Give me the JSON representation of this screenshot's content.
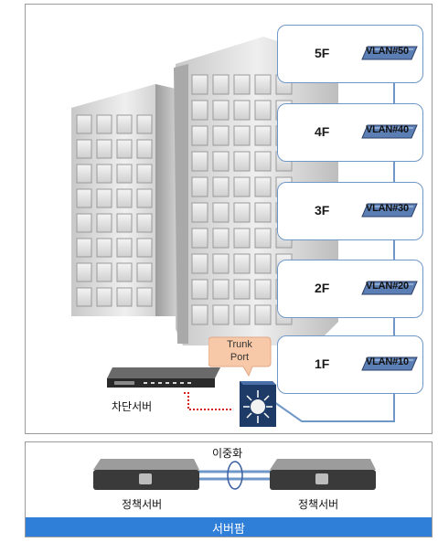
{
  "floors": [
    {
      "floor": "5F",
      "vlan": "VLAN#50"
    },
    {
      "floor": "4F",
      "vlan": "VLAN#40"
    },
    {
      "floor": "3F",
      "vlan": "VLAN#30"
    },
    {
      "floor": "2F",
      "vlan": "VLAN#20"
    },
    {
      "floor": "1F",
      "vlan": "VLAN#10"
    }
  ],
  "trunk_port_label": "Trunk\nPort",
  "block_server_label": "차단서버",
  "redundancy_label": "이중화",
  "policy_server_left_label": "정책서버",
  "policy_server_right_label": "정책서버",
  "server_farm_label": "서버팜",
  "colors": {
    "link_line": "#6f98c8",
    "block_line": "#d42020",
    "callout": "#f8c9a8",
    "server_farm_bar": "#2f7ed8"
  }
}
